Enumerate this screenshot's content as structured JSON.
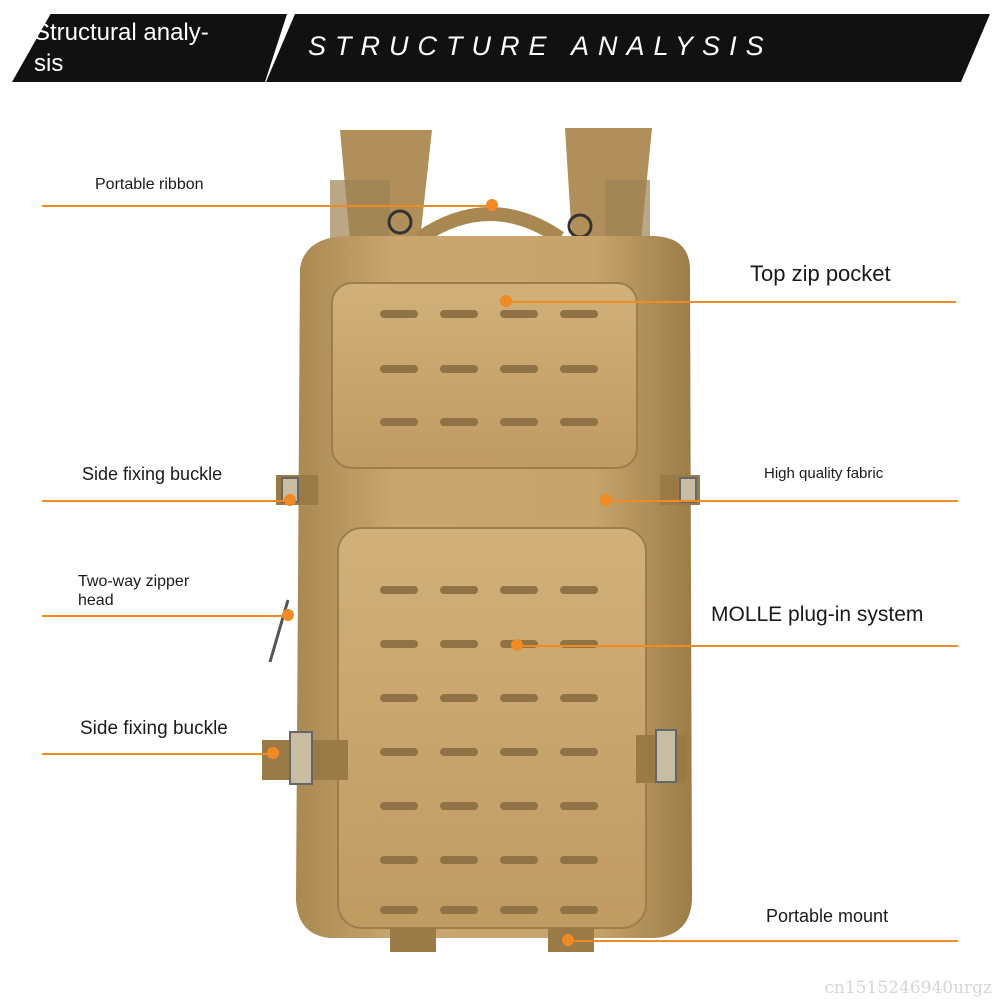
{
  "banner": {
    "left_title": "Structural analy-\nsis",
    "right_title": "STRUCTURE ANALYSIS"
  },
  "callouts": {
    "portable_ribbon": "Portable ribbon",
    "top_zip_pocket": "Top zip pocket",
    "side_buckle_upper": "Side fixing buckle",
    "high_quality_fabric": "High quality fabric",
    "two_way_zipper": "Two-way zipper\nhead",
    "molle_system": "MOLLE plug-in system",
    "side_buckle_lower": "Side fixing buckle",
    "portable_mount": "Portable mount"
  },
  "watermark": "cn1515246940urgz",
  "colors": {
    "accent": "#f08a24",
    "banner": "#111111",
    "fabric": "#c9a66e"
  }
}
